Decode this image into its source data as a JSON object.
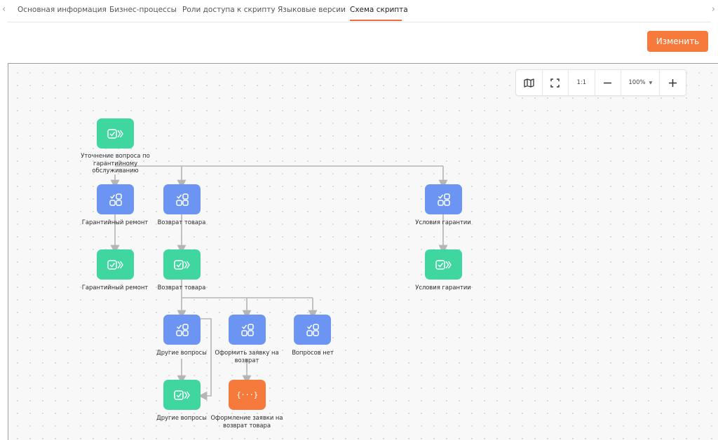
{
  "tabs": {
    "items": [
      {
        "label": "Основная информация"
      },
      {
        "label": "Бизнес-процессы"
      },
      {
        "label": "Роли доступа к скрипту"
      },
      {
        "label": "Языковые версии"
      },
      {
        "label": "Схема скрипта",
        "active": true
      }
    ],
    "prev_icon": "chevron-left-icon",
    "next_icon": "chevron-right-icon"
  },
  "header": {
    "edit_label": "Изменить"
  },
  "toolbar": {
    "map_icon": "map-icon",
    "fullscreen_icon": "fullscreen-icon",
    "actual_size_label": "1:1",
    "zoom_out_icon": "minus-icon",
    "zoom_value": "100%",
    "zoom_in_icon": "plus-icon"
  },
  "colors": {
    "accent": "#f57a3c",
    "message_node": "#3fd6a0",
    "choice_node": "#6b94f3",
    "action_node": "#f57a3c",
    "connector": "#b5b5b5"
  },
  "nodes": [
    {
      "id": "n1",
      "type": "message",
      "icon": "message-icon",
      "label": "Уточнение вопроса по гарантийному обслуживанию"
    },
    {
      "id": "n2",
      "type": "choice",
      "icon": "grid-check-icon",
      "label": "Гарантийный ремонт"
    },
    {
      "id": "n3",
      "type": "choice",
      "icon": "grid-check-icon",
      "label": "Возврат товара"
    },
    {
      "id": "n4",
      "type": "choice",
      "icon": "grid-check-icon",
      "label": "Условия гарантии"
    },
    {
      "id": "n5",
      "type": "message",
      "icon": "message-icon",
      "label": "Гарантийный ремонт"
    },
    {
      "id": "n6",
      "type": "message",
      "icon": "message-icon",
      "label": "Возврат товара"
    },
    {
      "id": "n7",
      "type": "message",
      "icon": "message-icon",
      "label": "Условия гарантии"
    },
    {
      "id": "n8",
      "type": "choice",
      "icon": "grid-check-icon",
      "label": "Другие вопросы"
    },
    {
      "id": "n9",
      "type": "choice",
      "icon": "grid-check-icon",
      "label": "Оформить заявку на возврат"
    },
    {
      "id": "n10",
      "type": "choice",
      "icon": "grid-check-icon",
      "label": "Вопросов нет"
    },
    {
      "id": "n11",
      "type": "message",
      "icon": "message-icon",
      "label": "Другие вопросы"
    },
    {
      "id": "n12",
      "type": "action",
      "icon": "code-braces-icon",
      "glyph": "{···}",
      "label": "Оформление заявки на возврат товара"
    }
  ],
  "edges": [
    {
      "from": "n1",
      "to": "n2"
    },
    {
      "from": "n1",
      "to": "n3"
    },
    {
      "from": "n1",
      "to": "n4"
    },
    {
      "from": "n2",
      "to": "n5"
    },
    {
      "from": "n3",
      "to": "n6"
    },
    {
      "from": "n4",
      "to": "n7"
    },
    {
      "from": "n6",
      "to": "n8"
    },
    {
      "from": "n6",
      "to": "n9"
    },
    {
      "from": "n6",
      "to": "n10"
    },
    {
      "from": "n8",
      "to": "n11"
    },
    {
      "from": "n8",
      "to": "n11"
    },
    {
      "from": "n9",
      "to": "n12"
    }
  ]
}
